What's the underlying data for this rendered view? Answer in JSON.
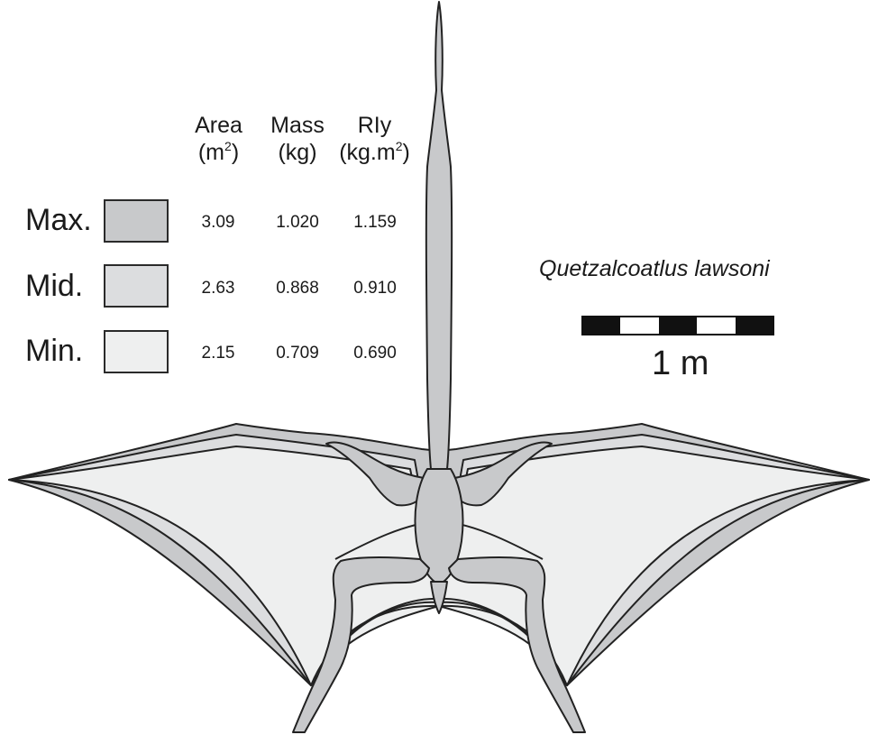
{
  "table": {
    "columns": [
      {
        "name": "Area",
        "unit_prefix": "(m",
        "unit_sup": "2",
        "unit_suffix": ")"
      },
      {
        "name": "Mass",
        "unit_prefix": "(kg)",
        "unit_sup": "",
        "unit_suffix": ""
      },
      {
        "name": "RIy",
        "unit_prefix": "(kg.m",
        "unit_sup": "2",
        "unit_suffix": ")"
      }
    ],
    "rows": [
      {
        "label": "Max.",
        "color": "#c8c9cb",
        "values": [
          "3.09",
          "1.020",
          "1.159"
        ]
      },
      {
        "label": "Mid.",
        "color": "#dcdddf",
        "values": [
          "2.63",
          "0.868",
          "0.910"
        ]
      },
      {
        "label": "Min.",
        "color": "#eeefef",
        "values": [
          "2.15",
          "0.709",
          "0.690"
        ]
      }
    ]
  },
  "species": "Quetzalcoatlus lawsoni",
  "scale_bar": {
    "label": "1 m",
    "segments": 5
  },
  "colors": {
    "max": "#c8c9cb",
    "mid": "#dcdddf",
    "min": "#eeefef",
    "outline": "#222222"
  }
}
